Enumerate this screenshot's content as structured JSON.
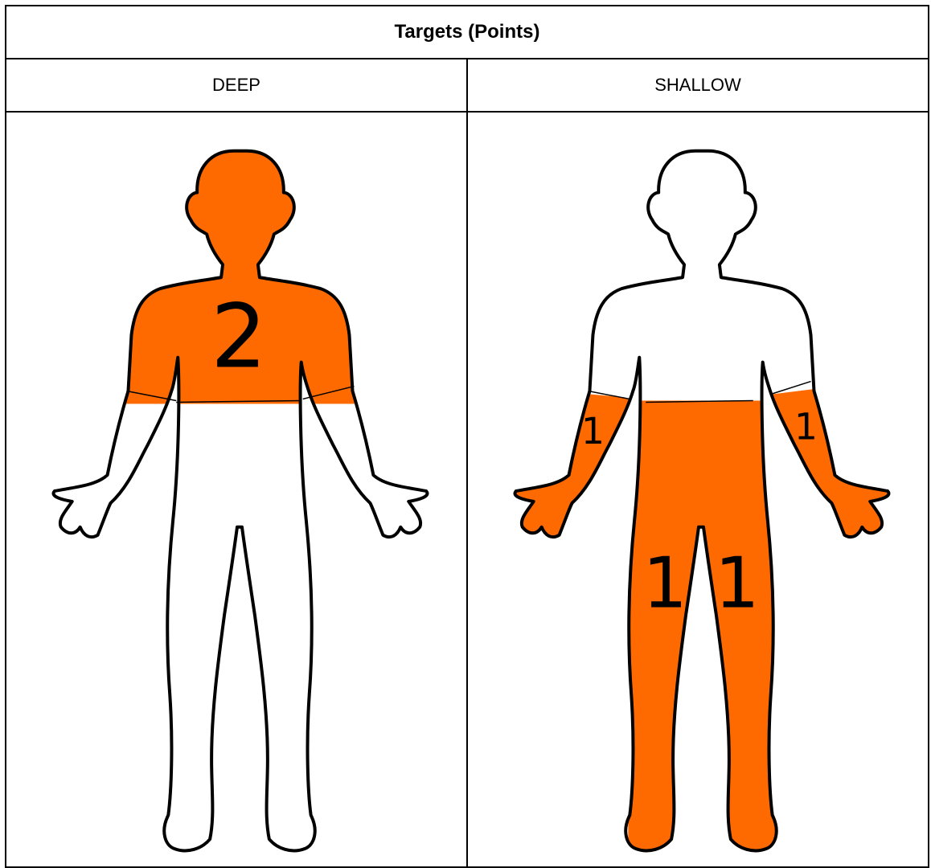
{
  "title": "Targets (Points)",
  "columns": [
    {
      "label": "DEEP",
      "regions": [
        {
          "name": "torso",
          "points": "2"
        }
      ]
    },
    {
      "label": "SHALLOW",
      "regions": [
        {
          "name": "left-forearm",
          "points": "1"
        },
        {
          "name": "right-forearm",
          "points": "1"
        },
        {
          "name": "left-leg",
          "points": "1"
        },
        {
          "name": "right-leg",
          "points": "1"
        }
      ]
    }
  ],
  "colors": {
    "highlight": "#ff6a00",
    "outline": "#000000",
    "body": "#ffffff"
  }
}
